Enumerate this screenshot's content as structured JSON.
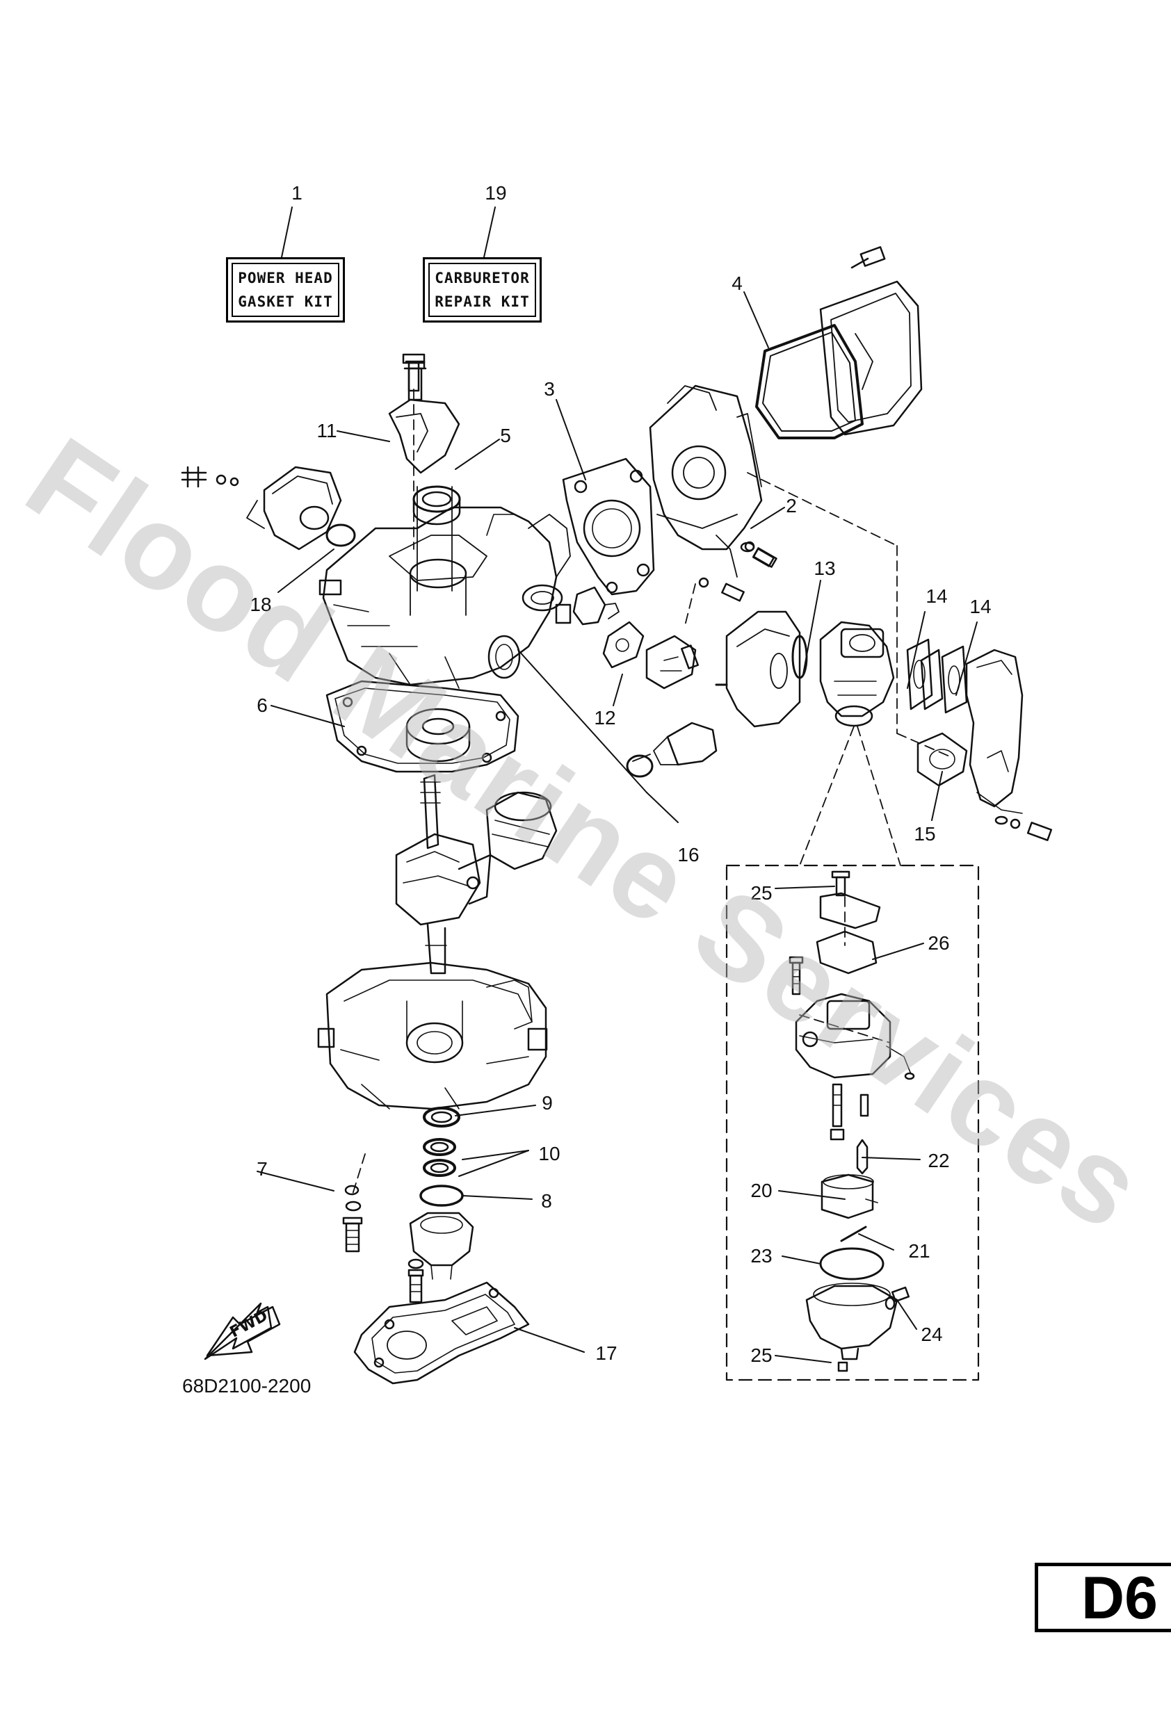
{
  "kits": [
    {
      "callout": "1",
      "line1": "POWER HEAD",
      "line2": "GASKET KIT"
    },
    {
      "callout": "19",
      "line1": "CARBURETOR",
      "line2": "REPAIR KIT"
    }
  ],
  "callouts": {
    "c2": "2",
    "c3": "3",
    "c4": "4",
    "c5": "5",
    "c6": "6",
    "c7": "7",
    "c8": "8",
    "c9": "9",
    "c10": "10",
    "c11": "11",
    "c12": "12",
    "c13": "13",
    "c14a": "14",
    "c14b": "14",
    "c15": "15",
    "c16": "16",
    "c17": "17",
    "c18": "18",
    "c20": "20",
    "c21": "21",
    "c22": "22",
    "c23": "23",
    "c24": "24",
    "c25a": "25",
    "c25b": "25",
    "c26": "26"
  },
  "fwd_arrow_label": "FWD",
  "drawing_code": "68D2100-2200",
  "page_code": "D6",
  "watermark": "Flood Marine Services"
}
